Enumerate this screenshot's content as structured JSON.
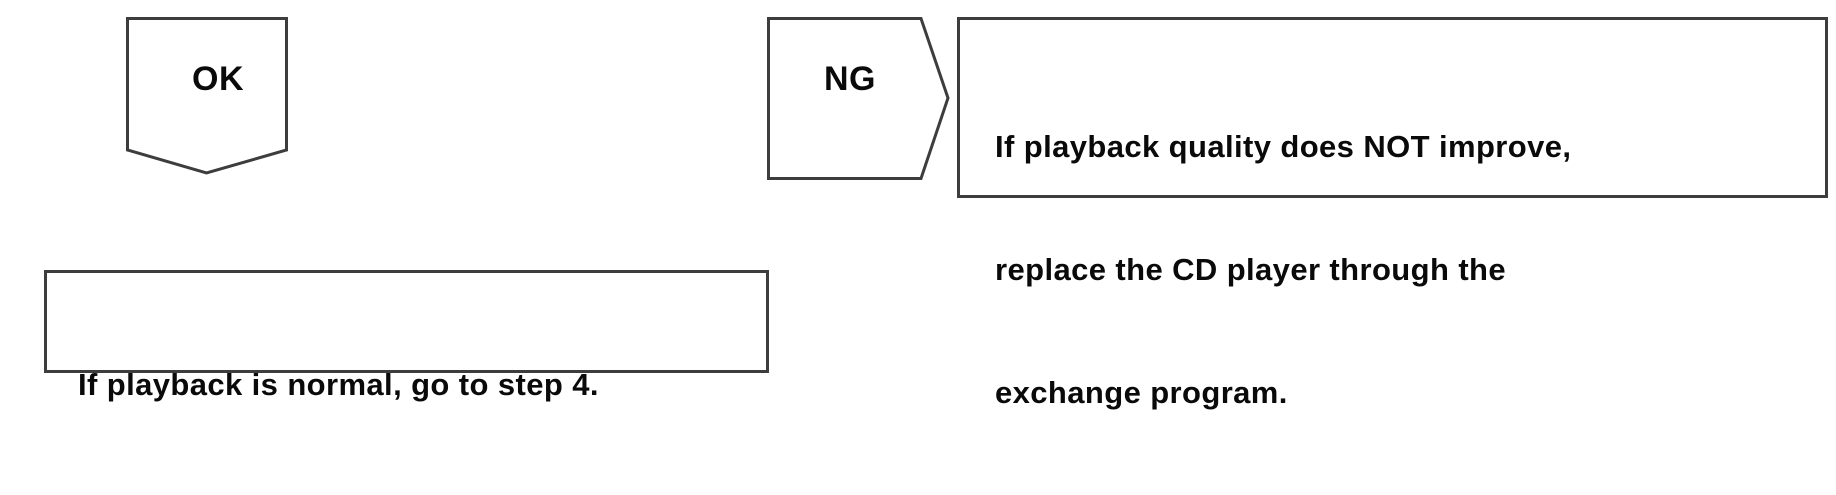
{
  "diagram": {
    "title": "CD player troubleshooting branch",
    "background_color": "#ffffff",
    "line_color": "#3d3d3d",
    "text_color": "#0a0a0a",
    "nodes": {
      "ok_marker": {
        "label": "OK",
        "shape": "pentagon-down",
        "icon": "ok-banner-icon"
      },
      "ng_marker": {
        "label": "NG",
        "shape": "pentagon-right",
        "icon": "ng-banner-icon"
      },
      "ng_note": {
        "lines": [
          "If playback quality does NOT improve,",
          "replace the CD player through the",
          "exchange program."
        ]
      },
      "ok_note": {
        "lines": [
          "If playback is normal, go to step 4."
        ]
      }
    }
  }
}
